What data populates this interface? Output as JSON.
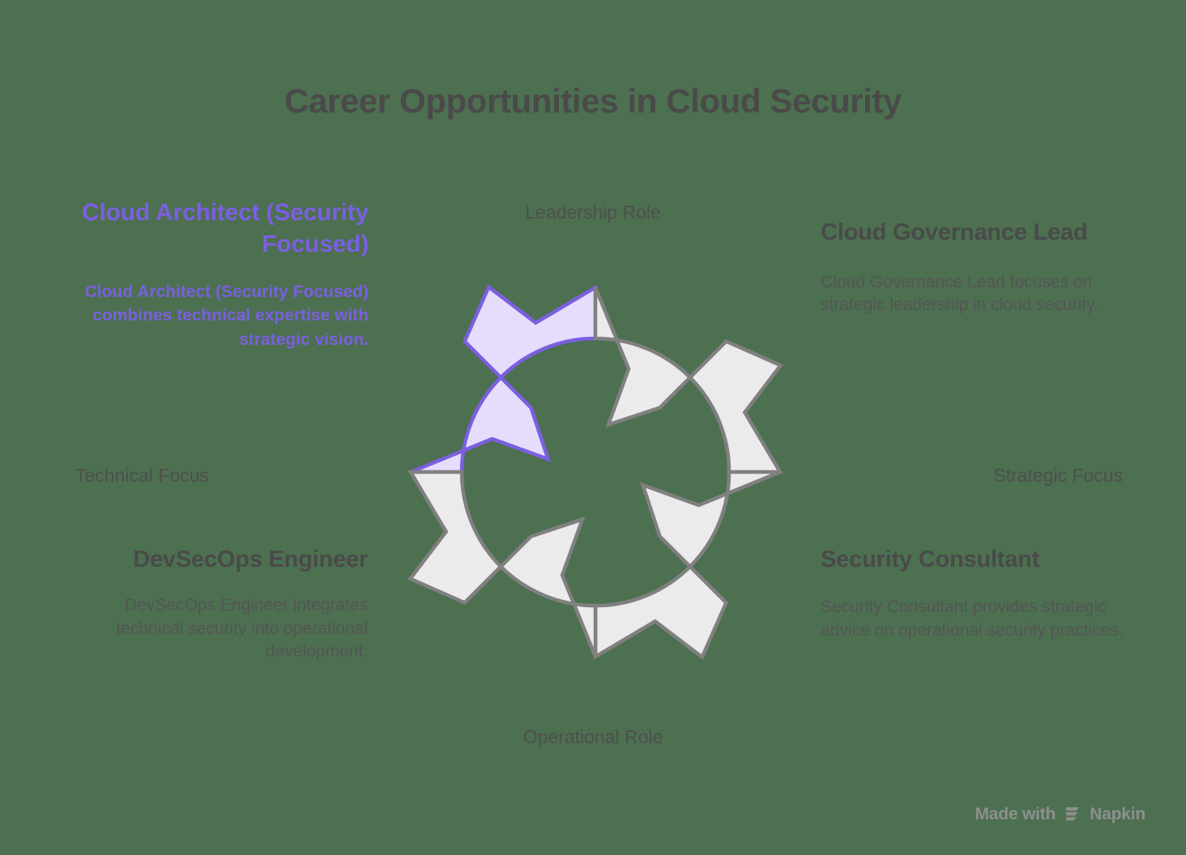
{
  "page": {
    "title": "Career Opportunities in Cloud Security",
    "background_color": "#4c7050"
  },
  "colors": {
    "title_text": "#4a4a4a",
    "accent_purple_stroke": "#7b5fe0",
    "accent_purple_fill": "#e5ddfb",
    "neutral_segment_fill": "#ebebeb",
    "neutral_segment_stroke": "#808080",
    "body_text": "#555555",
    "footer_text": "#8e8e8e"
  },
  "axes": {
    "top": "Leadership Role",
    "bottom": "Operational Role",
    "left": "Technical Focus",
    "right": "Strategic Focus"
  },
  "quadrants": [
    {
      "id": "cloud-architect",
      "position": "top-left",
      "highlighted": true,
      "heading": "Cloud Architect (Security Focused)",
      "description": "Cloud Architect (Security Focused) combines technical expertise with strategic vision."
    },
    {
      "id": "cloud-governance-lead",
      "position": "top-right",
      "highlighted": false,
      "heading": "Cloud Governance Lead",
      "description": "Cloud Governance Lead focuses on strategic leadership in cloud security."
    },
    {
      "id": "devsecops-engineer",
      "position": "bottom-left",
      "highlighted": false,
      "heading": "DevSecOps Engineer",
      "description": "DevSecOps Engineer integrates technical security into operational development."
    },
    {
      "id": "security-consultant",
      "position": "bottom-right",
      "highlighted": false,
      "heading": "Security Consultant",
      "description": "Security Consultant provides strategic advice on operational security practices."
    }
  ],
  "footer": {
    "prefix": "Made with",
    "brand": "Napkin",
    "logo_icon": "napkin-logo-icon"
  }
}
